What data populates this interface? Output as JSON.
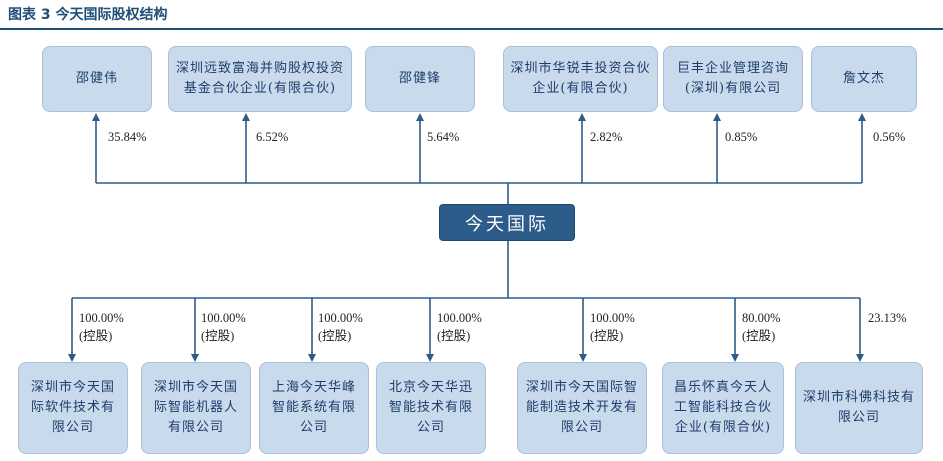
{
  "title": "图表 3 今天国际股权结构",
  "center_label": "今天国际",
  "shareholders": [
    {
      "name": "邵健伟",
      "pct": "35.84%"
    },
    {
      "name": "深圳远致富海并购股权投资基金合伙企业(有限合伙)",
      "pct": "6.52%"
    },
    {
      "name": "邵健锋",
      "pct": "5.64%"
    },
    {
      "name": "深圳市华锐丰投资合伙企业(有限合伙)",
      "pct": "2.82%"
    },
    {
      "name": "巨丰企业管理咨询(深圳)有限公司",
      "pct": "0.85%"
    },
    {
      "name": "詹文杰",
      "pct": "0.56%"
    }
  ],
  "subsidiaries": [
    {
      "name": "深圳市今天国际软件技术有限公司",
      "pct": "100.00%",
      "note": "(控股)"
    },
    {
      "name": "深圳市今天国际智能机器人有限公司",
      "pct": "100.00%",
      "note": "(控股)"
    },
    {
      "name": "上海今天华峰智能系统有限公司",
      "pct": "100.00%",
      "note": "(控股)"
    },
    {
      "name": "北京今天华迅智能技术有限公司",
      "pct": "100.00%",
      "note": "(控股)"
    },
    {
      "name": "深圳市今天国际智能制造技术开发有限公司",
      "pct": "100.00%",
      "note": "(控股)"
    },
    {
      "name": "昌乐怀真今天人工智能科技合伙企业(有限合伙)",
      "pct": "80.00%",
      "note": "(控股)"
    },
    {
      "name": "深圳市科佛科技有限公司",
      "pct": "23.13%",
      "note": ""
    }
  ]
}
